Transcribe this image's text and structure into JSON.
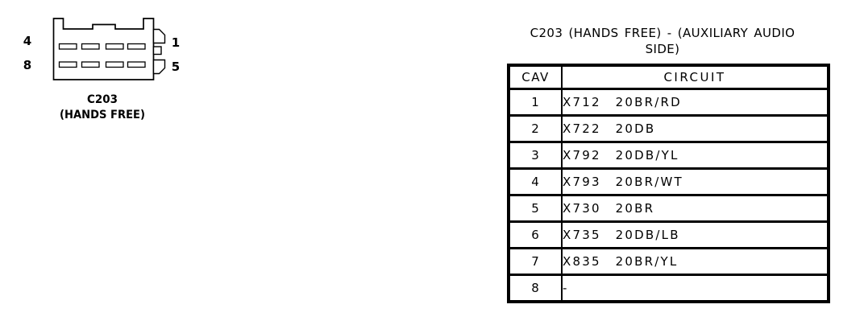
{
  "page": {
    "background": "#ffffff",
    "ink": "#000000"
  },
  "connector_figure": {
    "pin_labels": {
      "top_left": "4",
      "bottom_left": "8",
      "top_right": "1",
      "bottom_right": "5"
    },
    "caption_line1": "C203",
    "caption_line2": "(HANDS FREE)",
    "pin_rows": 2,
    "pins_per_row": 4
  },
  "pinout": {
    "title_line1": "C203 (HANDS FREE) - (AUXILIARY AUDIO",
    "title_line2": "SIDE)",
    "columns": [
      "CAV",
      "CIRCUIT"
    ],
    "rows": [
      {
        "cav": "1",
        "circuit": "X712 20BR/RD"
      },
      {
        "cav": "2",
        "circuit": "X722 20DB"
      },
      {
        "cav": "3",
        "circuit": "X792 20DB/YL"
      },
      {
        "cav": "4",
        "circuit": "X793 20BR/WT"
      },
      {
        "cav": "5",
        "circuit": "X730 20BR"
      },
      {
        "cav": "6",
        "circuit": "X735 20DB/LB"
      },
      {
        "cav": "7",
        "circuit": "X835 20BR/YL"
      },
      {
        "cav": "8",
        "circuit": "-"
      }
    ]
  }
}
